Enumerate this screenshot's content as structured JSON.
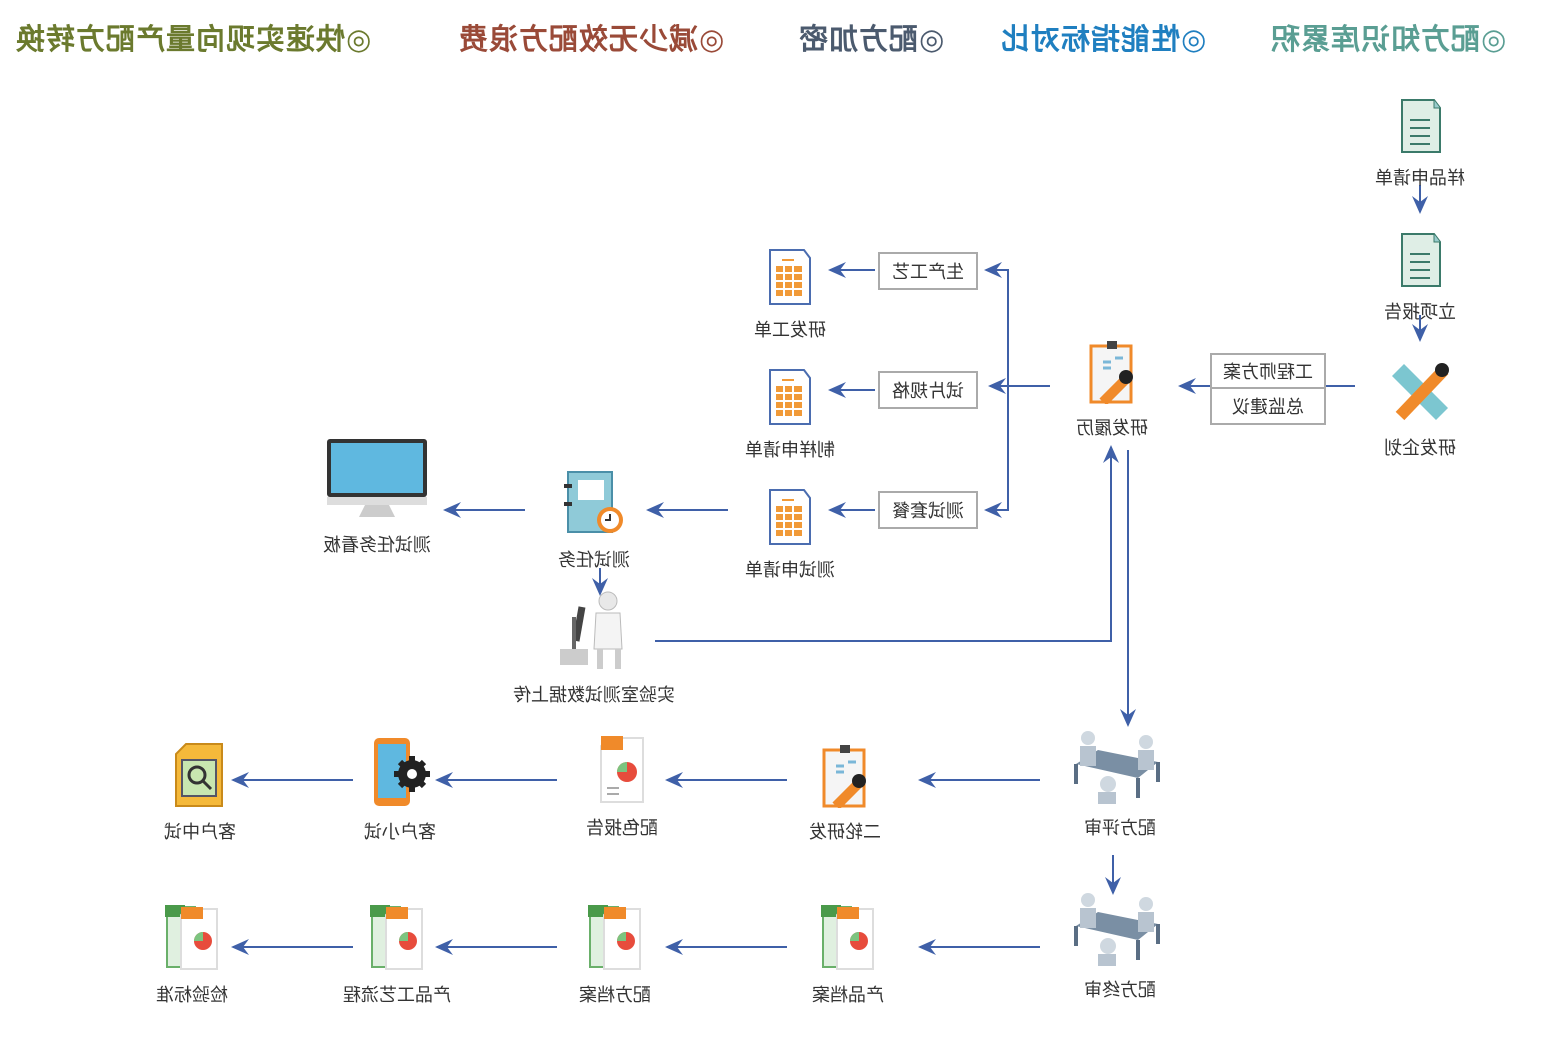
{
  "header": [
    {
      "text": "◎配方知识库累积",
      "color": "#5a9e93"
    },
    {
      "text": "◎性能指标对比",
      "color": "#1f7fc0"
    },
    {
      "text": "◎配方加密",
      "color": "#4b5a6e"
    },
    {
      "text": "◎减少无效配方浪费",
      "color": "#9a4a38"
    },
    {
      "text": "◎快速实现向量产配方转换",
      "color": "#6b7a2e"
    }
  ],
  "nodes": [
    {
      "label": "样品申请单",
      "icon": "green-doc"
    },
    {
      "label": "立项报告",
      "icon": "green-doc"
    },
    {
      "label": "研发企划",
      "icon": "pencil-ruler"
    },
    {
      "label": "研发履历",
      "icon": "clipboard"
    },
    {
      "label": "研发工单",
      "icon": "orange-sheet"
    },
    {
      "label": "制样申请单",
      "icon": "orange-sheet"
    },
    {
      "label": "测试申请单",
      "icon": "orange-sheet"
    },
    {
      "label": "测试任务",
      "icon": "binder-clock"
    },
    {
      "label": "测试任务看板",
      "icon": "monitor"
    },
    {
      "label": "实验室测试数据上传",
      "icon": "scientist-microscope"
    },
    {
      "label": "配方评审",
      "icon": "meeting"
    },
    {
      "label": "二轮研发",
      "icon": "clipboard"
    },
    {
      "label": "配色报告",
      "icon": "ppt-file"
    },
    {
      "label": "客户小试",
      "icon": "phone-gear"
    },
    {
      "label": "客户中试",
      "icon": "search-doc"
    },
    {
      "label": "配方终审",
      "icon": "meeting"
    },
    {
      "label": "产品档案",
      "icon": "ppt-xls-files"
    },
    {
      "label": "配方档案",
      "icon": "ppt-xls-files"
    },
    {
      "label": "产品工艺流程",
      "icon": "ppt-xls-files"
    },
    {
      "label": "检验标准",
      "icon": "ppt-xls-files"
    }
  ],
  "boxes": {
    "proposal": [
      "工程师方案",
      "总监建议"
    ],
    "process": "生产工艺",
    "spec": "试片规格",
    "package": "测试套餐"
  },
  "colors": {
    "arrow": "#3f60a8",
    "box_border": "#aaaaaa"
  }
}
